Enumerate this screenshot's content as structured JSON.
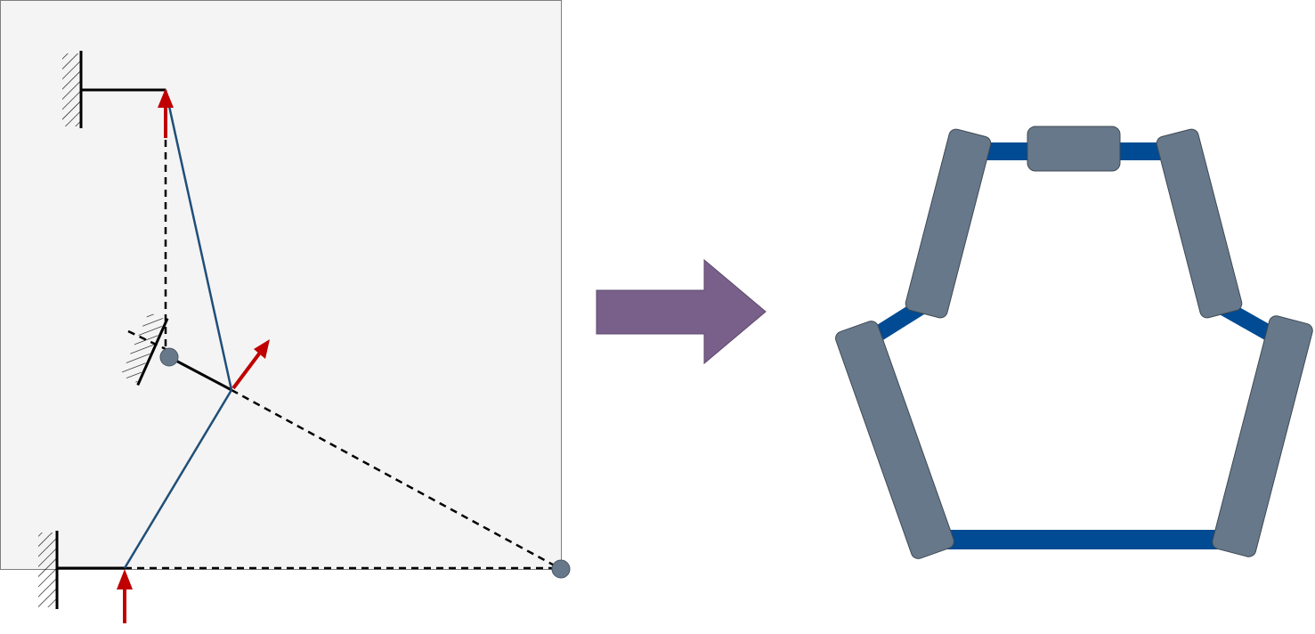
{
  "diagram": {
    "left_panel": {
      "description_visible": false,
      "colors": {
        "panel_fill": "#f4f4f4",
        "panel_border": "#7f7f7f",
        "ground_line": "#000000",
        "link_line": "#1f4e79",
        "force_arrow": "#c00000",
        "pivot_fill": "#67788a"
      },
      "elements": {
        "ground_supports": 3,
        "pivots": 2,
        "force_arrows": 3,
        "blue_links": 2
      }
    },
    "transition_arrow": {
      "color": "#78608a"
    },
    "right_panel": {
      "colors": {
        "block_fill": "#67788a",
        "block_border": "#3f4a55",
        "bar_fill": "#004b93"
      },
      "elements": {
        "blocks": 5,
        "connecting_bars": 5
      }
    }
  }
}
